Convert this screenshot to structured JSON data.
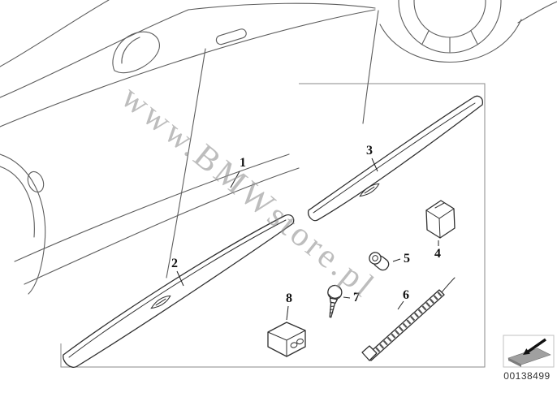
{
  "diagram": {
    "watermark": "www.BMWstore.pl",
    "image_number": "00138499",
    "callouts": [
      {
        "label": "1"
      },
      {
        "label": "2"
      },
      {
        "label": "3"
      },
      {
        "label": "4"
      },
      {
        "label": "5"
      },
      {
        "label": "6"
      },
      {
        "label": "7"
      },
      {
        "label": "8"
      }
    ]
  },
  "colors": {
    "background": "#ffffff",
    "line": "#2f2f2f",
    "car_line": "#5d5d5d",
    "watermark": "#8f8f8f",
    "icon_gray": "#a0a0a0",
    "icon_arrow": "#111111"
  }
}
